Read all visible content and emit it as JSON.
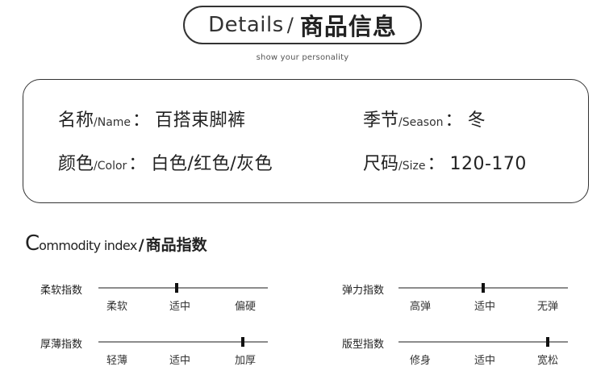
{
  "header": {
    "title_en": "Details",
    "title_slash": "/",
    "title_zh": "商品信息",
    "tagline": "show your personality"
  },
  "info": {
    "name": {
      "key": "名称",
      "key_en": "/Name",
      "colon": "：",
      "value": "百搭束脚裤"
    },
    "season": {
      "key": "季节",
      "key_en": "/Season",
      "colon": "：",
      "value": "冬"
    },
    "color": {
      "key": "颜色",
      "key_en": "/Color",
      "colon": "：",
      "value": "白色/红色/灰色"
    },
    "size": {
      "key": "尺码",
      "key_en": "/Size",
      "colon": "：",
      "value": "120-170"
    }
  },
  "section": {
    "title_cap": "C",
    "title_en": "ommodity index",
    "title_slash": "/",
    "title_zh": "商品指数"
  },
  "indices": [
    {
      "label": "柔软指数",
      "ticks": [
        "柔软",
        "适中",
        "偏硬"
      ],
      "level": 0.46
    },
    {
      "label": "弹力指数",
      "ticks": [
        "高弹",
        "适中",
        "无弹"
      ],
      "level": 0.5
    },
    {
      "label": "厚薄指数",
      "ticks": [
        "轻薄",
        "适中",
        "加厚"
      ],
      "level": 0.85
    },
    {
      "label": "版型指数",
      "ticks": [
        "修身",
        "适中",
        "宽松"
      ],
      "level": 0.88
    }
  ],
  "colors": {
    "text": "#1a1a1a",
    "track": "#8c8c8c",
    "marker": "#111111",
    "border": "#333333"
  }
}
